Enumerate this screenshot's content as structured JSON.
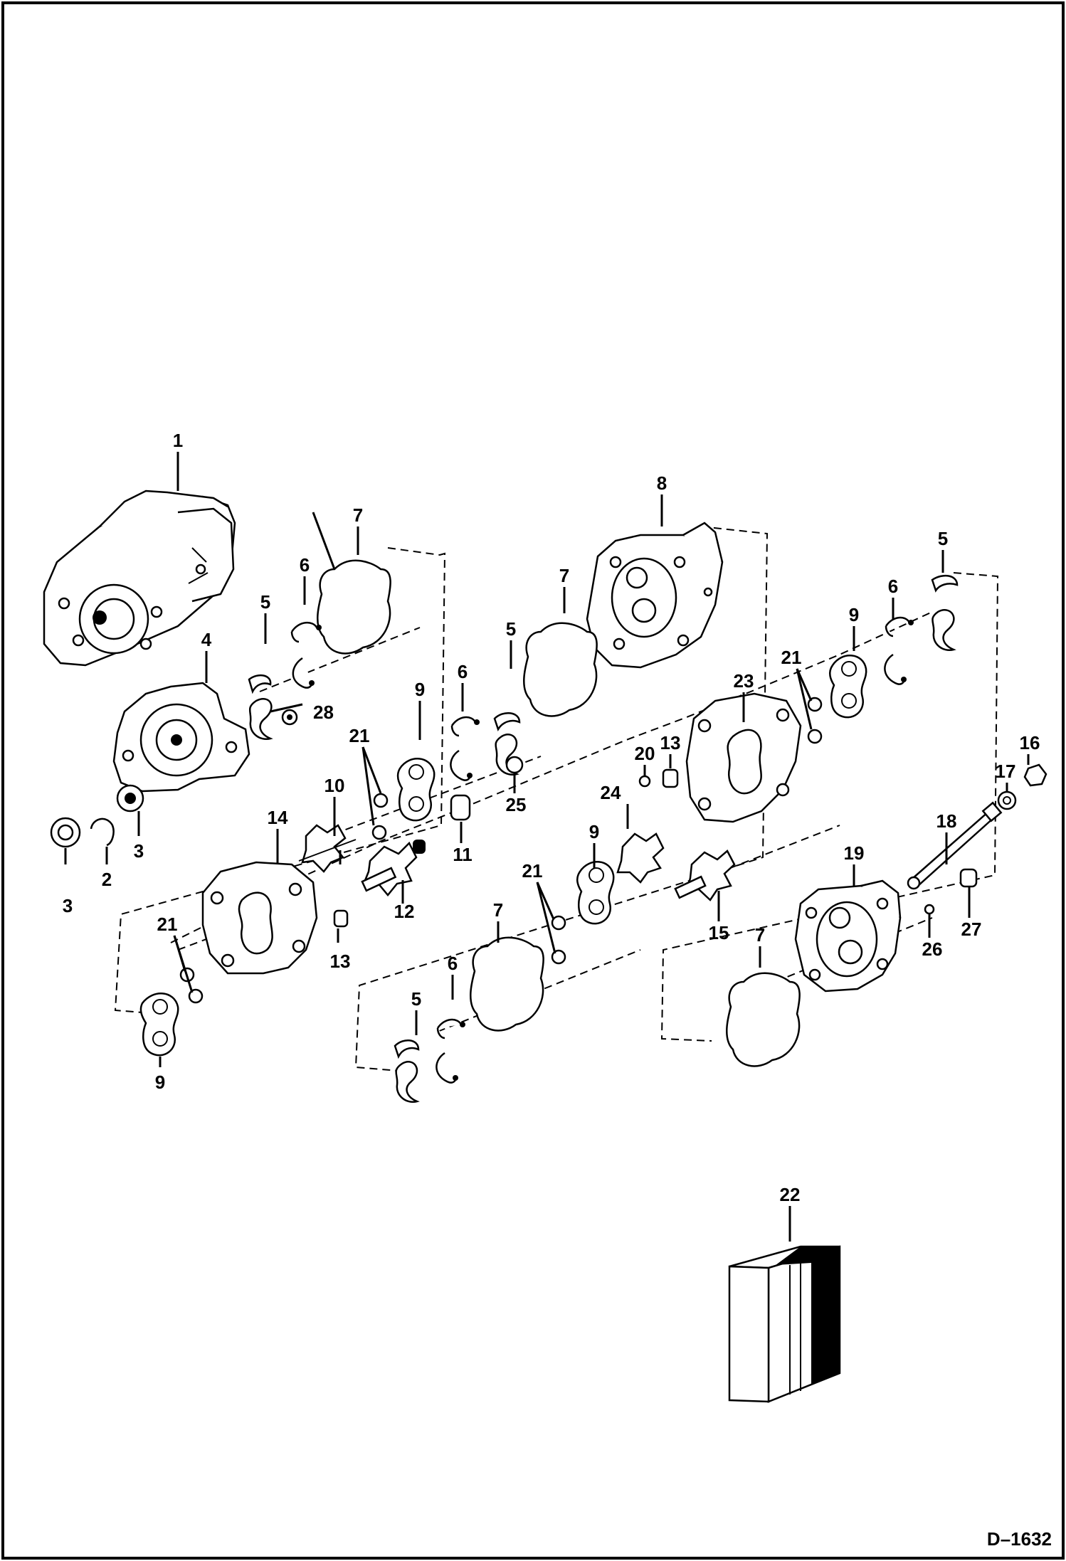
{
  "drawing_ref": "D–1632",
  "callouts": [
    "1",
    "2",
    "3",
    "4",
    "5",
    "6",
    "7",
    "8",
    "9",
    "10",
    "11",
    "12",
    "13",
    "14",
    "15",
    "16",
    "17",
    "18",
    "19",
    "20",
    "21",
    "22",
    "23",
    "24",
    "25",
    "26",
    "27",
    "28"
  ],
  "parts": [
    {
      "id": "1",
      "label": "1"
    },
    {
      "id": "2",
      "label": "2"
    },
    {
      "id": "3a",
      "label": "3"
    },
    {
      "id": "3b",
      "label": "3"
    },
    {
      "id": "4",
      "label": "4"
    },
    {
      "id": "5a",
      "label": "5"
    },
    {
      "id": "5b",
      "label": "5"
    },
    {
      "id": "5c",
      "label": "5"
    },
    {
      "id": "5d",
      "label": "5"
    },
    {
      "id": "6a",
      "label": "6"
    },
    {
      "id": "6b",
      "label": "6"
    },
    {
      "id": "6c",
      "label": "6"
    },
    {
      "id": "6d",
      "label": "6"
    },
    {
      "id": "7a",
      "label": "7"
    },
    {
      "id": "7b",
      "label": "7"
    },
    {
      "id": "7c",
      "label": "7"
    },
    {
      "id": "7d",
      "label": "7"
    },
    {
      "id": "8",
      "label": "8"
    },
    {
      "id": "9a",
      "label": "9"
    },
    {
      "id": "9b",
      "label": "9"
    },
    {
      "id": "9c",
      "label": "9"
    },
    {
      "id": "9d",
      "label": "9"
    },
    {
      "id": "10",
      "label": "10"
    },
    {
      "id": "11",
      "label": "11"
    },
    {
      "id": "12",
      "label": "12"
    },
    {
      "id": "13a",
      "label": "13"
    },
    {
      "id": "13b",
      "label": "13"
    },
    {
      "id": "14",
      "label": "14"
    },
    {
      "id": "15",
      "label": "15"
    },
    {
      "id": "16",
      "label": "16"
    },
    {
      "id": "17",
      "label": "17"
    },
    {
      "id": "18",
      "label": "18"
    },
    {
      "id": "19",
      "label": "19"
    },
    {
      "id": "20",
      "label": "20"
    },
    {
      "id": "21a",
      "label": "21"
    },
    {
      "id": "21b",
      "label": "21"
    },
    {
      "id": "21c",
      "label": "21"
    },
    {
      "id": "21d",
      "label": "21"
    },
    {
      "id": "22",
      "label": "22"
    },
    {
      "id": "23",
      "label": "23"
    },
    {
      "id": "24",
      "label": "24"
    },
    {
      "id": "25",
      "label": "25"
    },
    {
      "id": "26",
      "label": "26"
    },
    {
      "id": "27",
      "label": "27"
    },
    {
      "id": "28",
      "label": "28"
    }
  ]
}
